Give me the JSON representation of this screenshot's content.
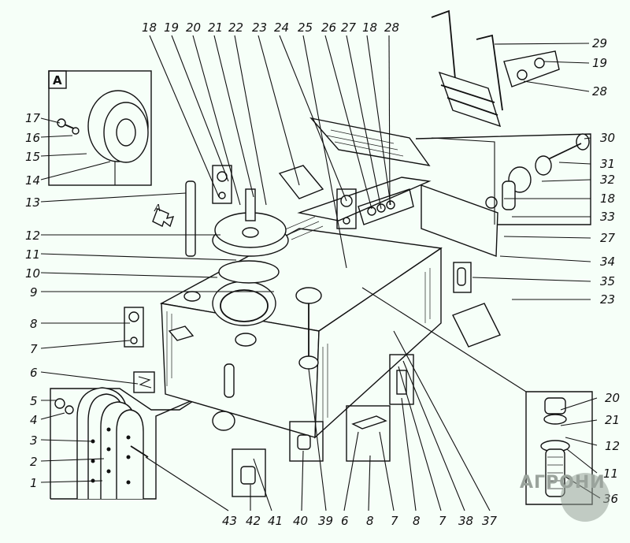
{
  "figure": {
    "type": "exploded-parts-diagram",
    "inset_label": "A",
    "view_arrow_label": "A",
    "watermark": "АГРОНИ",
    "colors": {
      "background": "#f6fff8",
      "ink": "#111111",
      "watermark": "#9aa39c"
    }
  },
  "callouts": {
    "top": [
      "18",
      "19",
      "20",
      "21",
      "22",
      "23",
      "24",
      "25",
      "26",
      "27",
      "18",
      "28"
    ],
    "left": [
      "17",
      "16",
      "15",
      "14",
      "13",
      "12",
      "11",
      "10",
      "9",
      "8",
      "7",
      "6",
      "5",
      "4",
      "3",
      "2",
      "1"
    ],
    "right": [
      "29",
      "19",
      "28",
      "30",
      "31",
      "32",
      "18",
      "33",
      "27",
      "34",
      "35",
      "23"
    ],
    "bottom": [
      "43",
      "42",
      "41",
      "40",
      "39",
      "6",
      "8",
      "7",
      "8",
      "7",
      "38",
      "37"
    ],
    "filter_inset": [
      "20",
      "21",
      "12",
      "11",
      "36"
    ]
  }
}
